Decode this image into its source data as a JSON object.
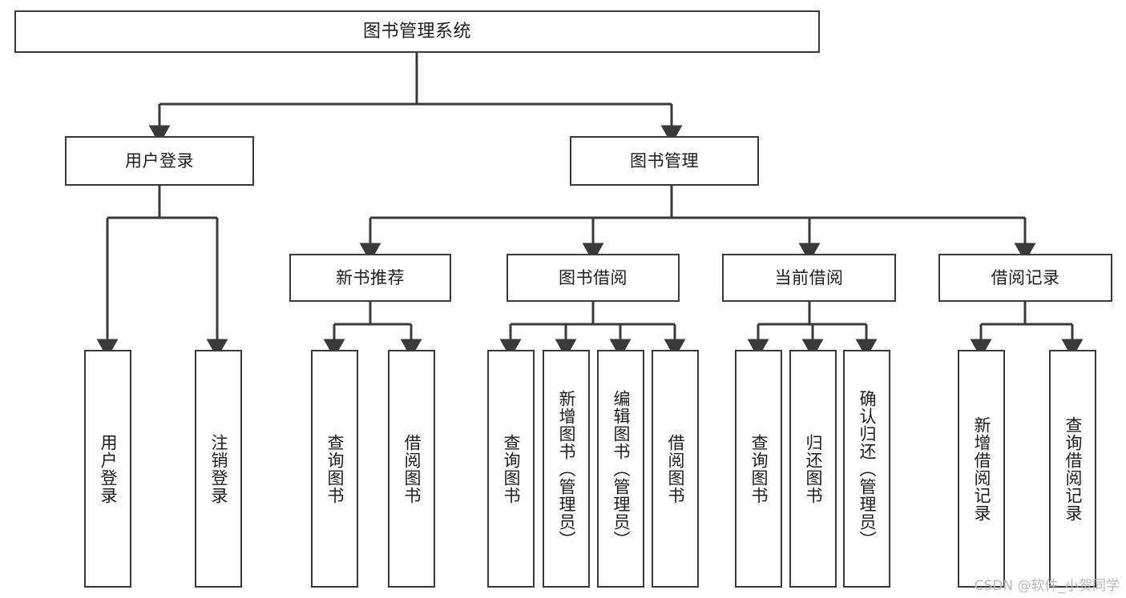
{
  "diagram": {
    "title": "图书管理系统",
    "type": "功能结构图",
    "style": {
      "box_border_color": "#3a3a3a",
      "box_fill_color": "#ffffff",
      "edge_color": "#3a3a3a",
      "text_color": "#1d1d1d",
      "background": "#ffffff",
      "watermark_color": "#b8b8b8"
    },
    "watermark": "CSDN @软件_小贺同学",
    "nodes": {
      "root": {
        "label": "图书管理系统",
        "level": 1,
        "orientation": "horizontal"
      },
      "l2": [
        {
          "id": "user-login",
          "label": "用户登录",
          "level": 2,
          "orientation": "horizontal"
        },
        {
          "id": "book-manage",
          "label": "图书管理",
          "level": 2,
          "orientation": "horizontal"
        }
      ],
      "l3": [
        {
          "id": "new-book-recommend",
          "label": "新书推荐",
          "level": 3,
          "orientation": "horizontal",
          "parent": "book-manage"
        },
        {
          "id": "book-borrow",
          "label": "图书借阅",
          "level": 3,
          "orientation": "horizontal",
          "parent": "book-manage"
        },
        {
          "id": "current-borrow",
          "label": "当前借阅",
          "level": 3,
          "orientation": "horizontal",
          "parent": "book-manage"
        },
        {
          "id": "borrow-record",
          "label": "借阅记录",
          "level": 3,
          "orientation": "horizontal",
          "parent": "book-manage"
        }
      ],
      "leaves": [
        {
          "id": "leaf-user-login",
          "label": "用户登录",
          "parent": "user-login",
          "orientation": "vertical"
        },
        {
          "id": "leaf-user-logout",
          "label": "注销登录",
          "parent": "user-login",
          "orientation": "vertical"
        },
        {
          "id": "leaf-query-book-rec",
          "label": "查询图书",
          "parent": "new-book-recommend",
          "orientation": "vertical"
        },
        {
          "id": "leaf-borrow-book-rec",
          "label": "借阅图书",
          "parent": "new-book-recommend",
          "orientation": "vertical"
        },
        {
          "id": "leaf-query-book-borrow",
          "label": "查询图书",
          "parent": "book-borrow",
          "orientation": "vertical"
        },
        {
          "id": "leaf-add-book",
          "label": "新增图书（管理员）",
          "parent": "book-borrow",
          "orientation": "vertical"
        },
        {
          "id": "leaf-edit-book",
          "label": "编辑图书（管理员）",
          "parent": "book-borrow",
          "orientation": "vertical"
        },
        {
          "id": "leaf-borrow-book",
          "label": "借阅图书",
          "parent": "book-borrow",
          "orientation": "vertical"
        },
        {
          "id": "leaf-query-book-cur",
          "label": "查询图书",
          "parent": "current-borrow",
          "orientation": "vertical"
        },
        {
          "id": "leaf-return-book",
          "label": "归还图书",
          "parent": "current-borrow",
          "orientation": "vertical"
        },
        {
          "id": "leaf-confirm-return",
          "label": "确认归还（管理员）",
          "parent": "current-borrow",
          "orientation": "vertical"
        },
        {
          "id": "leaf-add-record",
          "label": "新增借阅记录",
          "parent": "borrow-record",
          "orientation": "vertical"
        },
        {
          "id": "leaf-query-record",
          "label": "查询借阅记录",
          "parent": "borrow-record",
          "orientation": "vertical"
        }
      ]
    }
  }
}
